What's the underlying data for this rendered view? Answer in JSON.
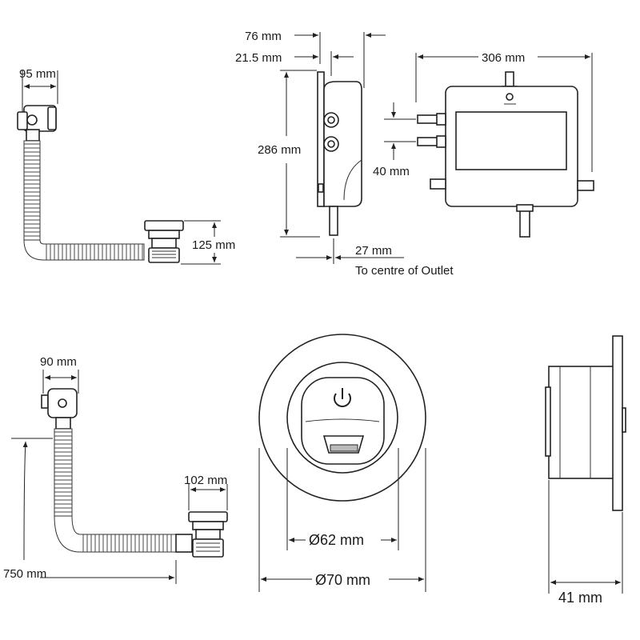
{
  "diagram": {
    "bath_filler_top": {
      "width_label": "95 mm",
      "height_label": "125 mm"
    },
    "processor": {
      "depth_label": "76 mm",
      "offset_label": "21.5 mm",
      "height_label": "286 mm",
      "width_label": "306 mm",
      "inlet_spacing_label": "40 mm",
      "outlet_offset_label": "27 mm",
      "outlet_note": "To centre of Outlet"
    },
    "bath_filler_bottom": {
      "width_label": "90 mm",
      "waste_label": "102 mm",
      "length_label": "750 mm"
    },
    "control_front": {
      "inner_dia_label": "Ø62 mm",
      "outer_dia_label": "Ø70 mm"
    },
    "control_side": {
      "depth_label": "41 mm"
    }
  },
  "colors": {
    "line": "#222222",
    "background": "#ffffff"
  }
}
